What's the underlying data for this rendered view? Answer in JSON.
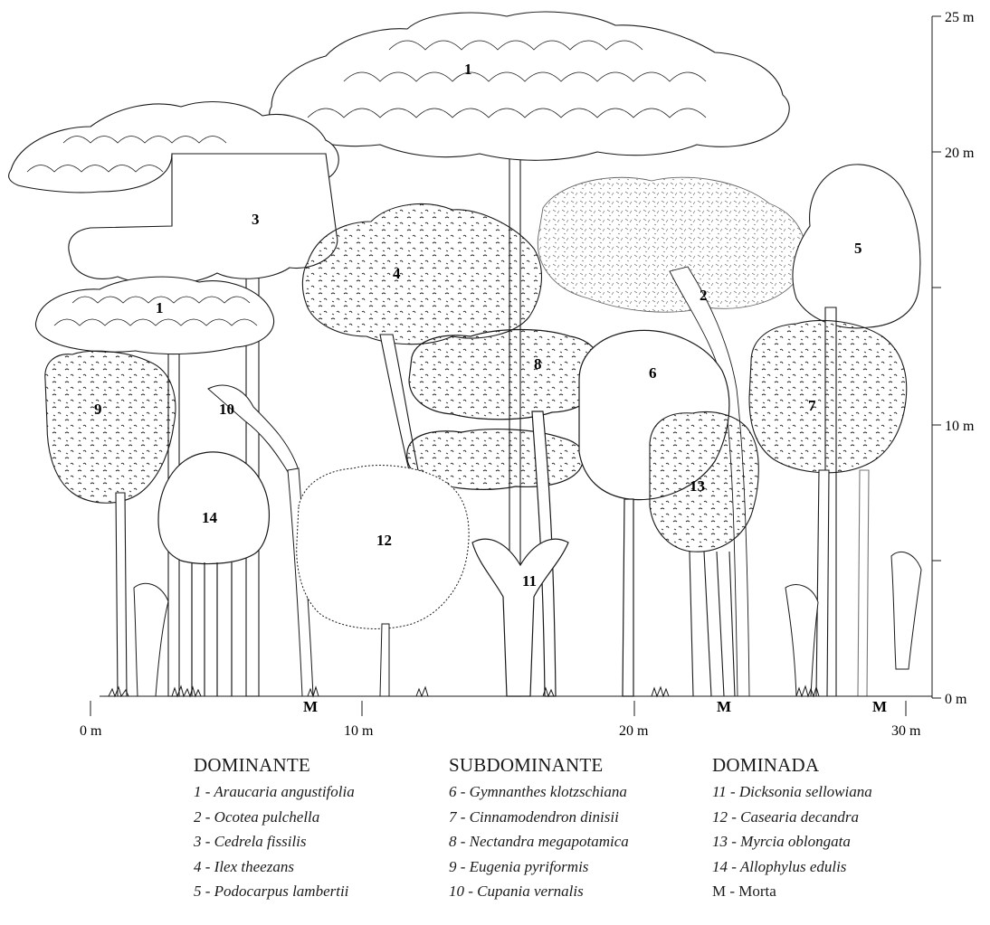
{
  "tree_labels": {
    "t1a": "1",
    "t1b": "1",
    "t2": "2",
    "t3": "3",
    "t4": "4",
    "t5": "5",
    "t6": "6",
    "t7": "7",
    "t8": "8",
    "t9": "9",
    "t10": "10",
    "t11": "11",
    "t12": "12",
    "t13": "13",
    "t14": "14",
    "m1": "M",
    "m2": "M",
    "m3": "M"
  },
  "vertical_axis": {
    "top": "25 m",
    "mid": "20 m",
    "low": "10 m",
    "base": "0 m"
  },
  "horizontal_axis": {
    "a": "0 m",
    "b": "10 m",
    "c": "20 m",
    "d": "30 m"
  },
  "legend": {
    "dominante": {
      "title": "DOMINANTE",
      "items": [
        "1 - Araucaria angustifolia",
        "2 - Ocotea pulchella",
        "3 - Cedrela fissilis",
        "4 - Ilex theezans",
        "5 - Podocarpus lambertii"
      ]
    },
    "subdominante": {
      "title": "SUBDOMINANTE",
      "items": [
        "6 - Gymnanthes klotzschiana",
        "7 - Cinnamodendron dinisii",
        "8 - Nectandra megapotamica",
        "9 - Eugenia pyriformis",
        "10 - Cupania vernalis"
      ]
    },
    "dominada": {
      "title": "DOMINADA",
      "items": [
        "11 - Dicksonia sellowiana",
        "12 - Casearia decandra",
        "13 - Myrcia oblongata",
        "14 - Allophylus edulis",
        "M - Morta"
      ]
    }
  },
  "colors": {
    "line": "#1a1a1a",
    "fill": "#ffffff",
    "light_line": "#777777"
  }
}
